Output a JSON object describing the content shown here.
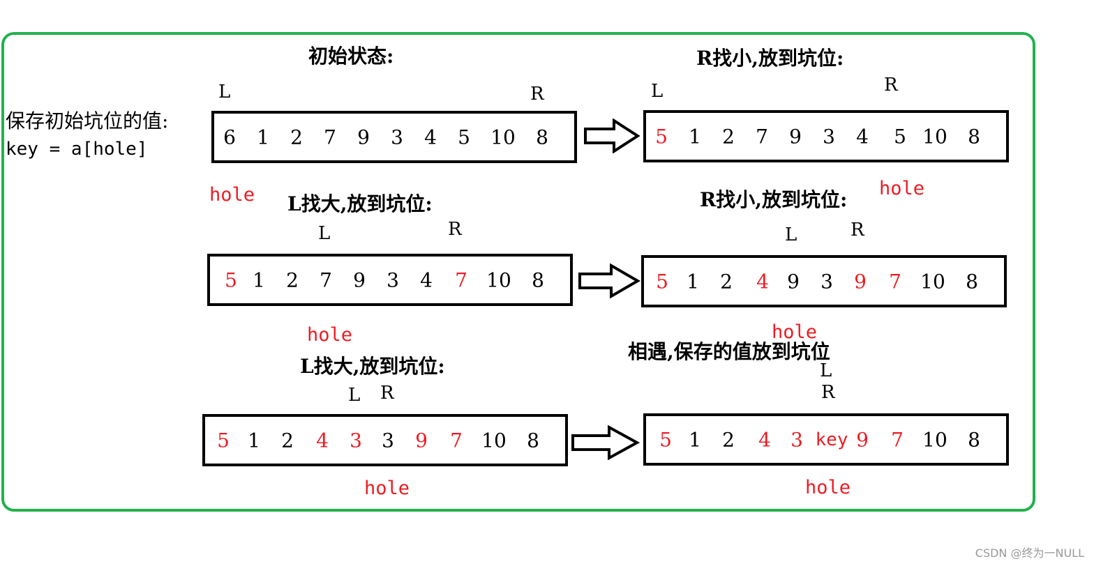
{
  "left_note": {
    "line1": "保存初始坑位的值:",
    "line2": "key = a[hole]"
  },
  "steps": [
    {
      "id": "s1",
      "title": "初始状态:",
      "L": "L",
      "R": "R",
      "hole": "",
      "cells": [
        {
          "v": "6",
          "red": false
        },
        {
          "v": "1",
          "red": false
        },
        {
          "v": "2",
          "red": false
        },
        {
          "v": "7",
          "red": false
        },
        {
          "v": "9",
          "red": false
        },
        {
          "v": "3",
          "red": false
        },
        {
          "v": "4",
          "red": false
        },
        {
          "v": "5",
          "red": false
        },
        {
          "v": "10",
          "red": false
        },
        {
          "v": "8",
          "red": false
        }
      ]
    },
    {
      "id": "s2",
      "title": "R找小,放到坑位:",
      "L": "L",
      "R": "R",
      "hole": "",
      "cells": [
        {
          "v": "5",
          "red": true
        },
        {
          "v": "1",
          "red": false
        },
        {
          "v": "2",
          "red": false
        },
        {
          "v": "7",
          "red": false
        },
        {
          "v": "9",
          "red": false
        },
        {
          "v": "3",
          "red": false
        },
        {
          "v": "4",
          "red": false
        },
        {
          "v": "5",
          "red": false
        },
        {
          "v": "10",
          "red": false
        },
        {
          "v": "8",
          "red": false
        }
      ]
    },
    {
      "id": "s3",
      "title": "L找大,放到坑位:",
      "L": "L",
      "R": "R",
      "hole": "hole",
      "cells": [
        {
          "v": "5",
          "red": true
        },
        {
          "v": "1",
          "red": false
        },
        {
          "v": "2",
          "red": false
        },
        {
          "v": "7",
          "red": false
        },
        {
          "v": "9",
          "red": false
        },
        {
          "v": "3",
          "red": false
        },
        {
          "v": "4",
          "red": false
        },
        {
          "v": "7",
          "red": true
        },
        {
          "v": "10",
          "red": false
        },
        {
          "v": "8",
          "red": false
        }
      ]
    },
    {
      "id": "s4",
      "title": "R找小,放到坑位:",
      "L": "L",
      "R": "R",
      "hole": "hole",
      "cells": [
        {
          "v": "5",
          "red": true
        },
        {
          "v": "1",
          "red": false
        },
        {
          "v": "2",
          "red": false
        },
        {
          "v": "4",
          "red": true
        },
        {
          "v": "9",
          "red": false
        },
        {
          "v": "3",
          "red": false
        },
        {
          "v": "9",
          "red": true
        },
        {
          "v": "7",
          "red": true
        },
        {
          "v": "10",
          "red": false
        },
        {
          "v": "8",
          "red": false
        }
      ]
    },
    {
      "id": "s5",
      "title": "L找大,放到坑位:",
      "L": "L",
      "R": "R",
      "hole": "hole",
      "cells": [
        {
          "v": "5",
          "red": true
        },
        {
          "v": "1",
          "red": false
        },
        {
          "v": "2",
          "red": false
        },
        {
          "v": "4",
          "red": true
        },
        {
          "v": "3",
          "red": true
        },
        {
          "v": "3",
          "red": false
        },
        {
          "v": "9",
          "red": true
        },
        {
          "v": "7",
          "red": true
        },
        {
          "v": "10",
          "red": false
        },
        {
          "v": "8",
          "red": false
        }
      ]
    },
    {
      "id": "s6",
      "title": "相遇,保存的值放到坑位",
      "L": "L",
      "R": "R",
      "hole": "hole",
      "cells": [
        {
          "v": "5",
          "red": true
        },
        {
          "v": "1",
          "red": false
        },
        {
          "v": "2",
          "red": false
        },
        {
          "v": "4",
          "red": true
        },
        {
          "v": "3",
          "red": true
        },
        {
          "v": "key",
          "red": true
        },
        {
          "v": "9",
          "red": true
        },
        {
          "v": "7",
          "red": true
        },
        {
          "v": "10",
          "red": false
        },
        {
          "v": "8",
          "red": false
        }
      ]
    }
  ],
  "hole_top": "hole",
  "watermark": "CSDN @终为一NULL",
  "colors": {
    "frame": "#22b14c",
    "highlight": "#ed1c24",
    "box": "#000000"
  }
}
